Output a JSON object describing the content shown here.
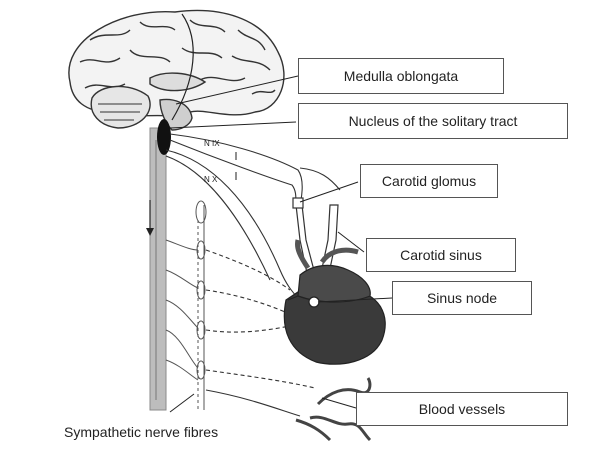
{
  "labels": {
    "medulla": "Medulla oblongata",
    "nucleus": "Nucleus of the solitary tract",
    "carotid_glomus": "Carotid glomus",
    "carotid_sinus": "Carotid sinus",
    "sinus_node": "Sinus node",
    "blood_vessels": "Blood vessels",
    "sympathetic": "Sympathetic nerve fibres"
  },
  "nerves": {
    "glossopharyngeal": "N IX",
    "vagus": "N X"
  }
}
